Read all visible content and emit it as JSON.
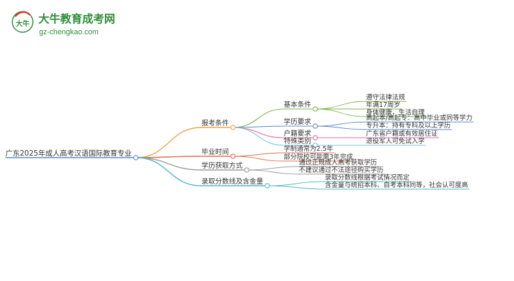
{
  "logo": {
    "glyph": "大牛",
    "title": "大牛教育成考网",
    "url": "gz-chengkao.com",
    "colors": {
      "green": "#2f8f3a",
      "red": "#d9322b"
    }
  },
  "root": {
    "label": "广东2025年成人高考汉语国际教育专业",
    "color": "#5b8cc9"
  },
  "branches": [
    {
      "label": "报考条件",
      "color": "#f0a24a",
      "children": [
        {
          "label": "基本条件",
          "color": "#7ab648",
          "leaves": [
            "遵守法律法规",
            "年满17周岁",
            "身体健康，生活自理"
          ]
        },
        {
          "label": "学历要求",
          "color": "#5b8cc9",
          "leaves": [
            "高起本/高起专：高中毕业或同等学力",
            "专升本：持有专科及以上学历"
          ]
        },
        {
          "label": "户籍要求",
          "color": "#e56aa8",
          "leaves": [
            "广东省户籍或有效居住证"
          ]
        },
        {
          "label": "特殊类别",
          "color": "#7cc9d6",
          "leaves": [
            "退役军人可免试入学"
          ]
        }
      ]
    },
    {
      "label": "毕业时间",
      "color": "#e06b4a",
      "leaves": [
        "学制通常为2.5年",
        "部分院校可能需3年完成"
      ]
    },
    {
      "label": "学历获取方式",
      "color": "#9a9a9a",
      "leaves": [
        "通过正规成人高考获取学历",
        "不建议通过不法途径购买学历"
      ]
    },
    {
      "label": "录取分数线及含金量",
      "color": "#4fb6c8",
      "leaves": [
        "录取分数线根据考试情况而定",
        "含金量与统招本科、自考本科同等，社会认可度高"
      ]
    }
  ]
}
